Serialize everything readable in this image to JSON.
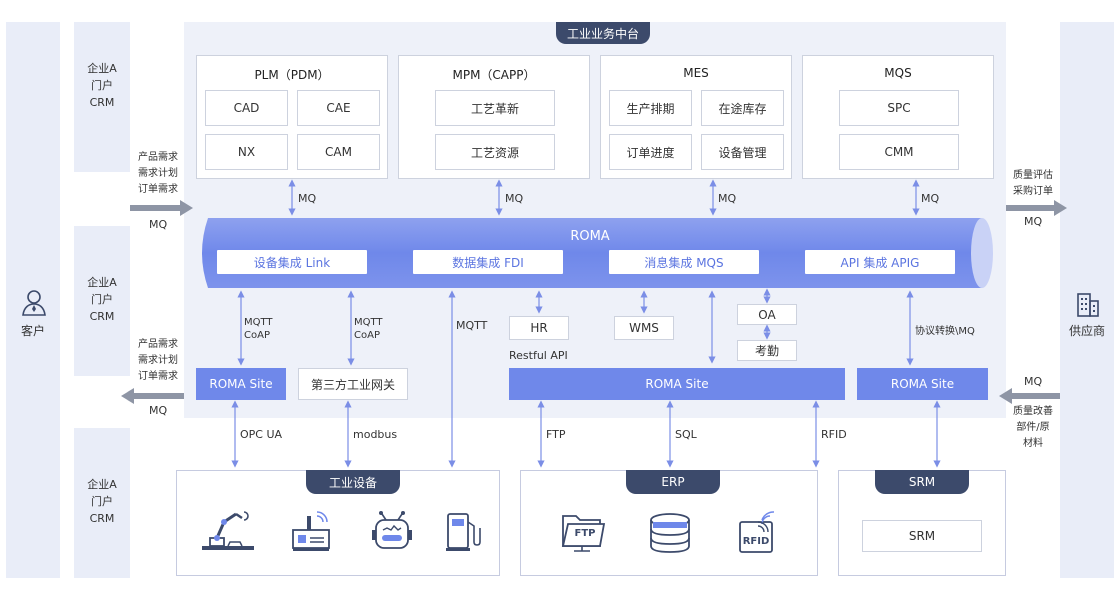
{
  "customer": {
    "label": "客户"
  },
  "supplier": {
    "label": "供应商"
  },
  "portal": {
    "lines": [
      "企业A",
      "门户",
      "CRM"
    ]
  },
  "platform": {
    "title": "工业业务中台"
  },
  "systems": {
    "plm": {
      "title": "PLM（PDM）",
      "items": [
        "CAD",
        "CAE",
        "NX",
        "CAM"
      ]
    },
    "mpm": {
      "title": "MPM（CAPP）",
      "items": [
        "工艺革新",
        "工艺资源"
      ]
    },
    "mes": {
      "title": "MES",
      "items": [
        "生产排期",
        "在途库存",
        "订单进度",
        "设备管理"
      ]
    },
    "mqs": {
      "title": "MQS",
      "items": [
        "SPC",
        "CMM"
      ]
    }
  },
  "roma": {
    "title": "ROMA",
    "integrations": [
      "设备集成 Link",
      "数据集成 FDI",
      "消息集成 MQS",
      "API 集成 APIG"
    ]
  },
  "middle": {
    "hr": "HR",
    "wms": "WMS",
    "oa": "OA",
    "attendance": "考勤",
    "restful": "Restful API",
    "third_party_gateway": "第三方工业网关",
    "roma_site": "ROMA Site",
    "mqtt_coap": [
      "MQTT",
      "CoAP"
    ],
    "mqtt": "MQTT",
    "protocol_conversion": "协议转换\\MQ"
  },
  "flows": {
    "left_upper": [
      "产品需求",
      "需求计划",
      "订单需求"
    ],
    "left_lower": [
      "产品需求",
      "需求计划",
      "订单需求"
    ],
    "right_upper": [
      "质量评估",
      "采购订单"
    ],
    "right_lower": [
      "质量改善",
      "部件/原",
      "材料"
    ],
    "mq": "MQ"
  },
  "links": {
    "opc": "OPC UA",
    "modbus": "modbus",
    "ftp": "FTP",
    "sql": "SQL",
    "rfid": "RFID"
  },
  "bottom": {
    "industrial": {
      "title": "工业设备",
      "icons": [
        "robot-arm-icon",
        "plc-device-icon",
        "robot-icon",
        "fuel-pump-icon"
      ]
    },
    "erp": {
      "title": "ERP",
      "icons": [
        "ftp-folder-icon",
        "database-icon",
        "rfid-icon"
      ],
      "ftp_text": "FTP",
      "rfid_text": "RFID"
    },
    "srm": {
      "title": "SRM",
      "item": "SRM"
    }
  },
  "colors": {
    "accent": "#6f88ea",
    "tab": "#3c4a6b",
    "arrow": "#7b8ee6",
    "gray_arrow": "#8e95a5"
  }
}
